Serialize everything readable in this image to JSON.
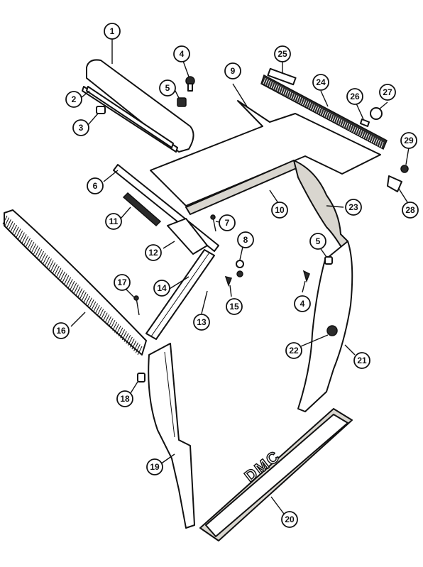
{
  "diagram": {
    "callouts": [
      "1",
      "2",
      "3",
      "4",
      "5",
      "6",
      "7",
      "8",
      "9",
      "10",
      "11",
      "12",
      "13",
      "14",
      "15",
      "16",
      "17",
      "18",
      "19",
      "20",
      "21",
      "22",
      "23",
      "24",
      "25",
      "26",
      "27",
      "28",
      "29"
    ],
    "emblem_text": "DMC"
  }
}
